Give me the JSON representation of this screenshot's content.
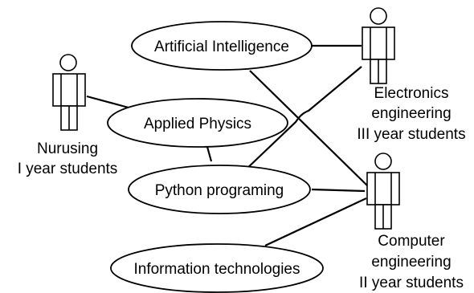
{
  "use_cases": {
    "ai": "Artificial Intelligence",
    "physics": "Applied Physics",
    "python": "Python programing",
    "infotech": "Information technologies"
  },
  "actors": {
    "nursing": {
      "line1": "Nurusing",
      "line2": "I year students"
    },
    "electronics": {
      "line1": "Electronics",
      "line2": "engineering",
      "line3": "III year students"
    },
    "computer": {
      "line1": "Computer",
      "line2": "engineering",
      "line3": "II year students"
    }
  },
  "colors": {
    "stroke": "#000000",
    "fill": "#ffffff"
  }
}
